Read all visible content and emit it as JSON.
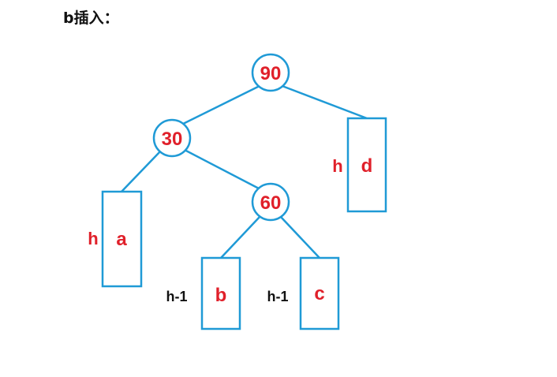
{
  "title": "b插入：",
  "colors": {
    "stroke": "#1f9ad6",
    "node_text": "#e0202a",
    "height_text_red": "#e0202a",
    "height_text_black": "#111111",
    "background": "#ffffff"
  },
  "nodes": [
    {
      "id": "n90",
      "label": "90"
    },
    {
      "id": "n30",
      "label": "30"
    },
    {
      "id": "n60",
      "label": "60"
    }
  ],
  "subtrees": [
    {
      "id": "a",
      "label": "a",
      "height": "h"
    },
    {
      "id": "b",
      "label": "b",
      "height": "h-1"
    },
    {
      "id": "c",
      "label": "c",
      "height": "h-1"
    },
    {
      "id": "d",
      "label": "d",
      "height": "h"
    }
  ]
}
